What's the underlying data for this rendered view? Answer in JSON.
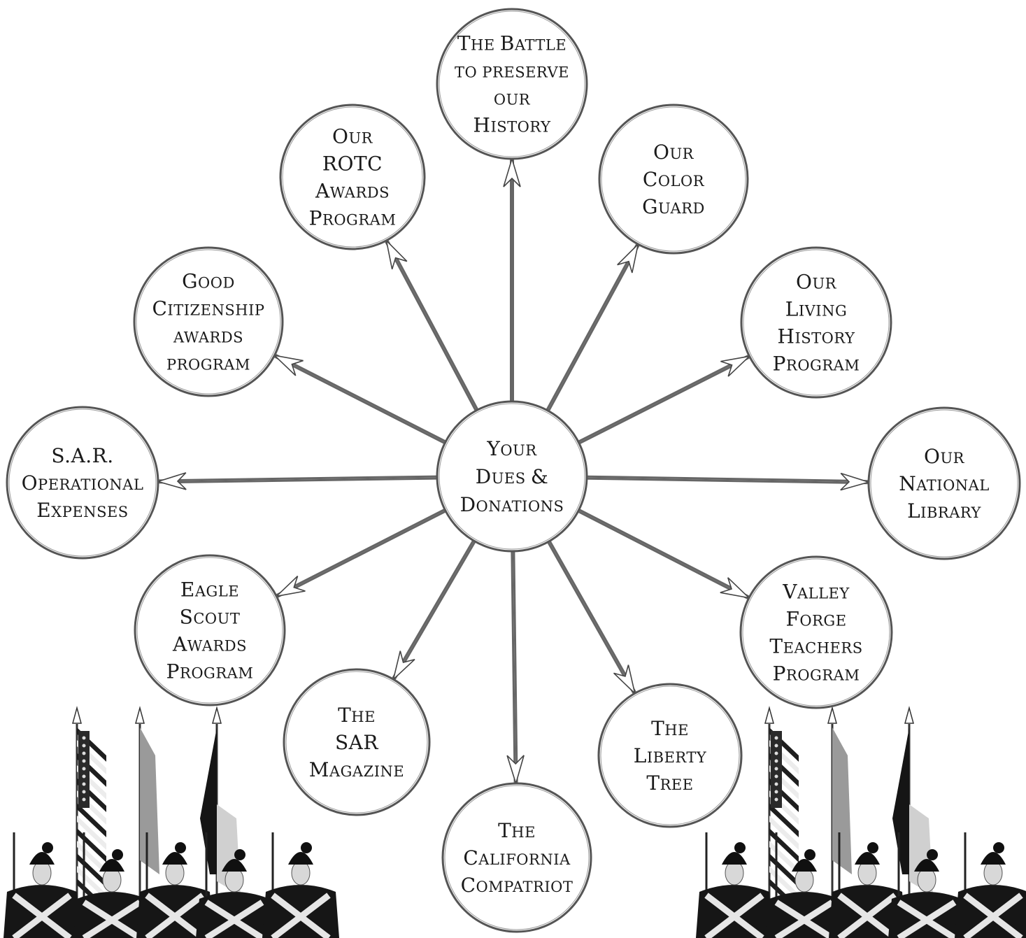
{
  "diagram": {
    "center": {
      "id": "center",
      "lines": [
        "Your",
        "Dues &",
        "Donations"
      ]
    },
    "nodes": [
      {
        "id": "battle-to-preserve-history",
        "lines": [
          "The Battle",
          "to preserve",
          "our",
          "History"
        ]
      },
      {
        "id": "color-guard",
        "lines": [
          "Our",
          "Color",
          "Guard"
        ]
      },
      {
        "id": "living-history-program",
        "lines": [
          "Our",
          "Living",
          "History",
          "Program"
        ]
      },
      {
        "id": "national-library",
        "lines": [
          "Our",
          "National",
          "Library"
        ]
      },
      {
        "id": "valley-forge-teachers-program",
        "lines": [
          "Valley",
          "Forge",
          "Teachers",
          "Program"
        ]
      },
      {
        "id": "liberty-tree",
        "lines": [
          "The",
          "Liberty",
          "Tree"
        ]
      },
      {
        "id": "california-compatriot",
        "lines": [
          "The",
          "California",
          "Compatriot"
        ]
      },
      {
        "id": "sar-magazine",
        "lines": [
          "The",
          "SAR",
          "Magazine"
        ]
      },
      {
        "id": "eagle-scout-awards-program",
        "lines": [
          "Eagle",
          "Scout",
          "Awards",
          "Program"
        ]
      },
      {
        "id": "sar-operational-expenses",
        "lines": [
          "S.A.R.",
          "Operational",
          "Expenses"
        ]
      },
      {
        "id": "good-citizenship-awards-program",
        "lines": [
          "Good",
          "Citizenship",
          "awards",
          "program"
        ]
      },
      {
        "id": "rotc-awards-program",
        "lines": [
          "Our",
          "ROTC",
          "Awards",
          "Program"
        ]
      }
    ]
  },
  "colors": {
    "ink": "#1a1a1a",
    "circle_stroke": "#555555",
    "connector": "#666666"
  },
  "icons": {
    "left_photo": "color-guard-photo",
    "right_photo": "color-guard-photo"
  }
}
